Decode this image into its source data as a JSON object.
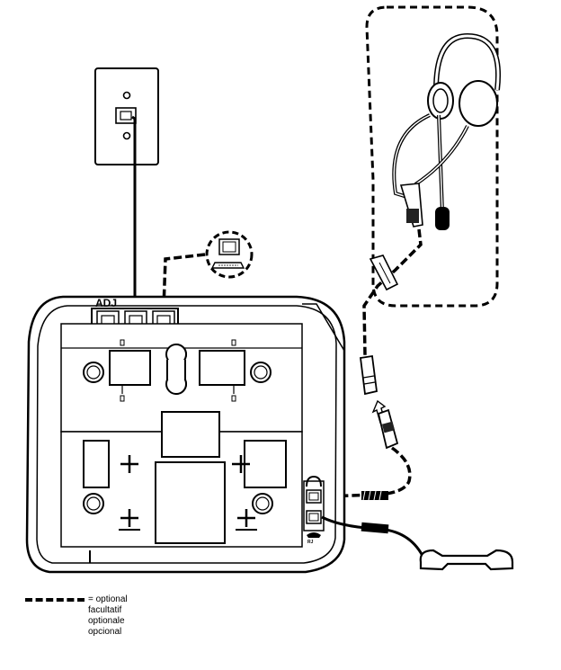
{
  "diagram": {
    "base_label": "ADJ"
  },
  "legend": {
    "prefix": "=",
    "lines": [
      "optional",
      "facultatif",
      "optionale",
      "opcional"
    ]
  }
}
